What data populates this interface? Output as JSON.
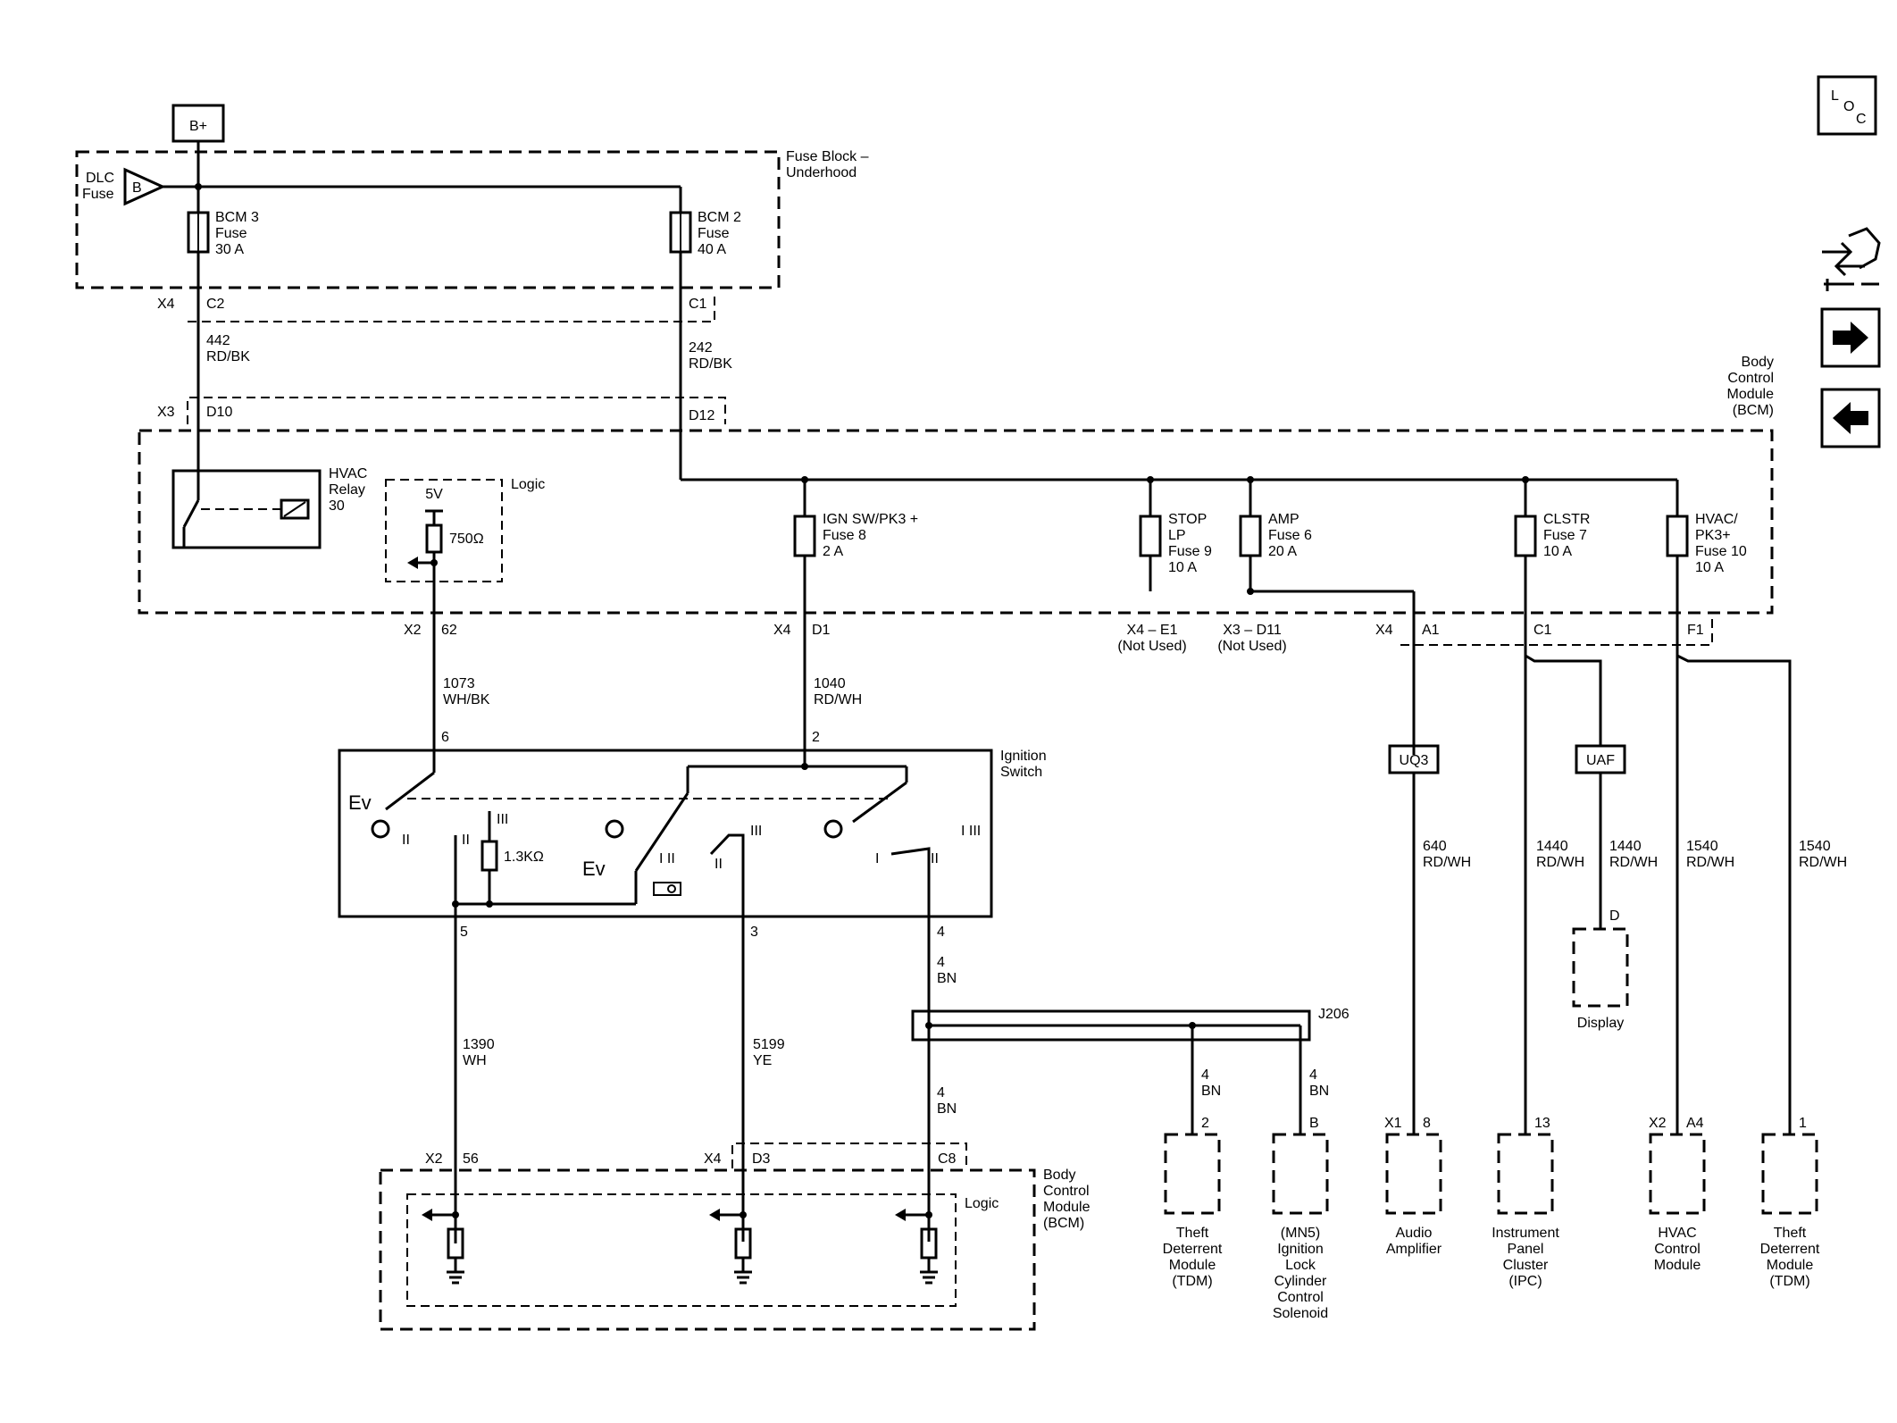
{
  "power": {
    "source": "B+"
  },
  "fuse_block": {
    "title_1": "Fuse Block –",
    "title_2": "Underhood",
    "dlc_1": "DLC",
    "dlc_2": "Fuse",
    "dlc_pin": "B",
    "bcm3": [
      "BCM 3",
      "Fuse",
      "30 A"
    ],
    "bcm2": [
      "BCM 2",
      "Fuse",
      "40 A"
    ],
    "x4": "X4",
    "c2": "C2",
    "c1": "C1"
  },
  "wires": {
    "w442": [
      "442",
      "RD/BK"
    ],
    "w242": [
      "242",
      "RD/BK"
    ],
    "w1073": [
      "1073",
      "WH/BK"
    ],
    "w1040": [
      "1040",
      "RD/WH"
    ],
    "w1390": [
      "1390",
      "WH"
    ],
    "w5199": [
      "5199",
      "YE"
    ],
    "w4bn_a": [
      "4",
      "BN"
    ],
    "w4bn_b": [
      "4",
      "BN"
    ],
    "w4bn_c": [
      "4",
      "BN"
    ],
    "w4bn_d": [
      "4",
      "BN"
    ],
    "w640": [
      "640",
      "RD/WH"
    ],
    "w1440a": [
      "1440",
      "RD/WH"
    ],
    "w1440b": [
      "1440",
      "RD/WH"
    ],
    "w1540a": [
      "1540",
      "RD/WH"
    ],
    "w1540b": [
      "1540",
      "RD/WH"
    ]
  },
  "bcm_top": {
    "title": [
      "Body",
      "Control",
      "Module",
      "(BCM)"
    ],
    "x3": "X3",
    "d10": "D10",
    "d12": "D12",
    "hvac_relay": [
      "HVAC",
      "Relay",
      "30"
    ],
    "logic": "Logic",
    "v5": "5V",
    "r750": "750Ω",
    "ign_fuse": [
      "IGN SW/PK3 +",
      "Fuse 8",
      "2 A"
    ],
    "stop_fuse": [
      "STOP",
      "LP",
      "Fuse 9",
      "10 A"
    ],
    "amp_fuse": [
      "AMP",
      "Fuse 6",
      "20 A"
    ],
    "clstr_fuse": [
      "CLSTR",
      "Fuse 7",
      "10 A"
    ],
    "hvac_fuse": [
      "HVAC/",
      "PK3+",
      "Fuse 10",
      "10 A"
    ],
    "x2": "X2",
    "p62": "62",
    "x4": "X4",
    "d1": "D1",
    "e1": [
      "X4 – E1",
      "(Not Used)"
    ],
    "d11": [
      "X3 – D11",
      "(Not Used)"
    ],
    "x4b": "X4",
    "a1": "A1",
    "c1": "C1",
    "f1": "F1"
  },
  "ignition_switch": {
    "title": [
      "Ignition",
      "Switch"
    ],
    "pin6": "6",
    "pin2": "2",
    "pin5": "5",
    "pin3": "3",
    "pin4": "4",
    "r13k": "1.3KΩ",
    "pos_ii_a": "II",
    "pos_ii_b": "II",
    "pos_iii_a": "III",
    "pos_i_ii": "I II",
    "pos_ii_c": "II",
    "pos_iii_b": "III",
    "pos_i_a": "I",
    "pos_ii_d": "II",
    "pos_i_iii": "I III"
  },
  "splice": {
    "label": "J206",
    "pin2": "2",
    "pinB": "B"
  },
  "bcm_bottom": {
    "title": [
      "Body",
      "Control",
      "Module",
      "(BCM)"
    ],
    "logic": "Logic",
    "x2": "X2",
    "p56": "56",
    "x4": "X4",
    "d3": "D3",
    "c8": "C8"
  },
  "connectors": {
    "uq3": "UQ3",
    "uaf": "UAF",
    "d": "D"
  },
  "modules": {
    "tdm1": {
      "pin": "2",
      "name": [
        "Theft",
        "Deterrent",
        "Module",
        "(TDM)"
      ]
    },
    "mn5": {
      "pin": "B",
      "name": [
        "(MN5)",
        "Ignition",
        "Lock",
        "Cylinder",
        "Control",
        "Solenoid"
      ]
    },
    "audio": {
      "conn": "X1",
      "pin": "8",
      "name": [
        "Audio",
        "Amplifier"
      ]
    },
    "ipc": {
      "pin": "13",
      "name": [
        "Instrument",
        "Panel",
        "Cluster",
        "(IPC)"
      ]
    },
    "hvac": {
      "conn": "X2",
      "pin": "A4",
      "name": [
        "HVAC",
        "Control",
        "Module"
      ]
    },
    "tdm2": {
      "pin": "1",
      "name": [
        "Theft",
        "Deterrent",
        "Module",
        "(TDM)"
      ]
    },
    "display": {
      "name": "Display"
    }
  },
  "nav": {
    "loc_l": "L",
    "loc_o": "O",
    "loc_c": "C"
  }
}
